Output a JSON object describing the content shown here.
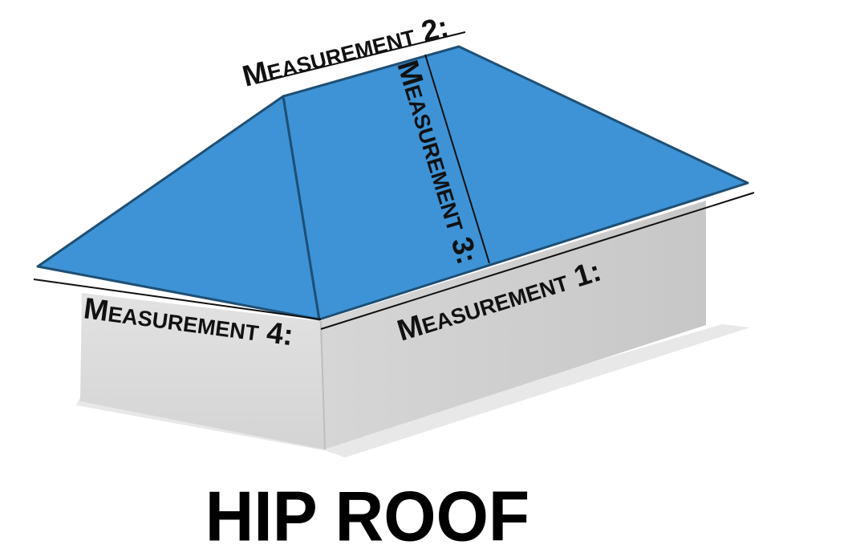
{
  "title": "HIP ROOF",
  "labels": {
    "measurement_1": {
      "initial": "M",
      "rest": "EASUREMENT",
      "num": " 1:"
    },
    "measurement_2": {
      "initial": "M",
      "rest": "EASUREMENT",
      "num": " 2:"
    },
    "measurement_3": {
      "initial": "M",
      "rest": "EASUREMENT",
      "num": " 3:"
    },
    "measurement_4": {
      "initial": "M",
      "rest": "EASUREMENT",
      "num": " 4:"
    }
  },
  "colors": {
    "roof": "#3d93d6",
    "roof_edge": "#1f4f74",
    "wall_front": "#dcdcdc",
    "wall_side": "#cbcbcb",
    "ground_shadow": "#e6e6e6",
    "line": "#111111"
  }
}
